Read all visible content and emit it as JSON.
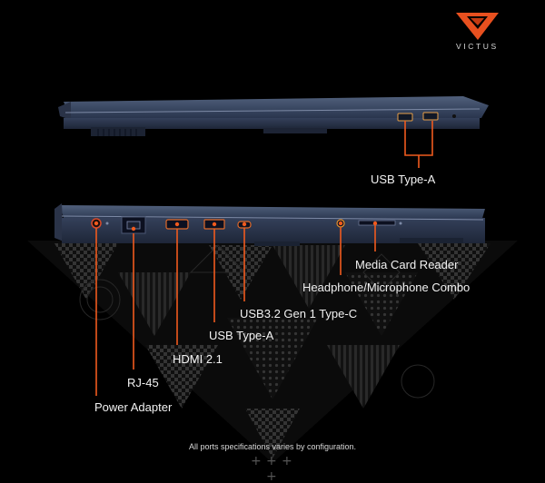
{
  "brand": {
    "name": "VICTUS",
    "accent": "#e8501f",
    "logo_icon": "victus-v-logo-icon"
  },
  "top_view": {
    "labels": {
      "usb_type_a": "USB Type-A"
    }
  },
  "side_view": {
    "labels": {
      "power_adapter": "Power Adapter",
      "rj45": "RJ-45",
      "hdmi": "HDMI 2.1",
      "usb_type_a": "USB Type-A",
      "usb32": "USB3.2 Gen 1 Type-C",
      "headphone": "Headphone/Microphone Combo",
      "media_card": "Media Card Reader"
    }
  },
  "footnote": "All ports specifications varies by configuration.",
  "colors": {
    "callout": "#f05a1e",
    "chassis": "#3b4a66",
    "background": "#000000"
  }
}
